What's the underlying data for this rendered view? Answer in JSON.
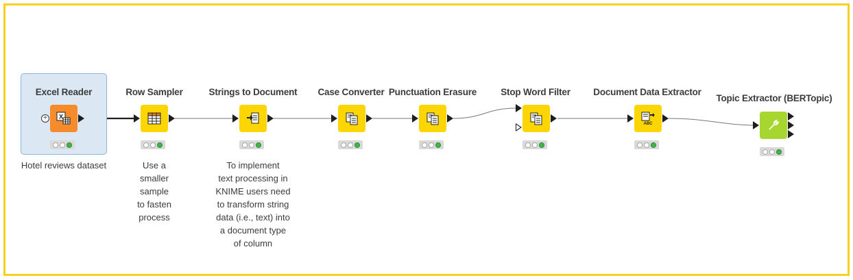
{
  "workflow": {
    "nodes": [
      {
        "id": "excel-reader",
        "title": "Excel Reader",
        "color": "#f58b2a",
        "icon": "excel-icon",
        "annotation": "Hotel reviews dataset",
        "status": [
          "off",
          "off",
          "on"
        ]
      },
      {
        "id": "row-sampler",
        "title": "Row Sampler",
        "color": "#fbd604",
        "icon": "table-grid-icon",
        "annotation": "Use a\nsmaller\nsample\nto fasten\nprocess",
        "status": [
          "off",
          "off",
          "on"
        ]
      },
      {
        "id": "strings-to-document",
        "title": "Strings to Document",
        "color": "#fbd604",
        "icon": "arrow-into-document-icon",
        "annotation": "To implement\ntext processing in\nKNIME users need\nto transform string\ndata (i.e., text) into\na document type\nof column",
        "status": [
          "off",
          "off",
          "on"
        ]
      },
      {
        "id": "case-converter",
        "title": "Case Converter",
        "color": "#fbd604",
        "icon": "documents-icon",
        "annotation": "",
        "status": [
          "off",
          "off",
          "on"
        ]
      },
      {
        "id": "punctuation-erasure",
        "title": "Punctuation Erasure",
        "color": "#fbd604",
        "icon": "documents-icon",
        "annotation": "",
        "status": [
          "off",
          "off",
          "on"
        ]
      },
      {
        "id": "stop-word-filter",
        "title": "Stop Word Filter",
        "color": "#fbd604",
        "icon": "documents-icon",
        "annotation": "",
        "status": [
          "off",
          "off",
          "on"
        ]
      },
      {
        "id": "document-data-extractor",
        "title": "Document Data Extractor",
        "color": "#fbd604",
        "icon": "document-abc-icon",
        "annotation": "",
        "status": [
          "off",
          "off",
          "on"
        ]
      },
      {
        "id": "topic-extractor",
        "title": "Topic Extractor (BERTopic)",
        "color": "#a7d630",
        "icon": "wrench-icon",
        "annotation": "",
        "status": [
          "off",
          "off",
          "on"
        ]
      }
    ],
    "colors": {
      "frame": "#f7d11c",
      "connection": "#555555",
      "selection": "#dbe8f4"
    }
  }
}
